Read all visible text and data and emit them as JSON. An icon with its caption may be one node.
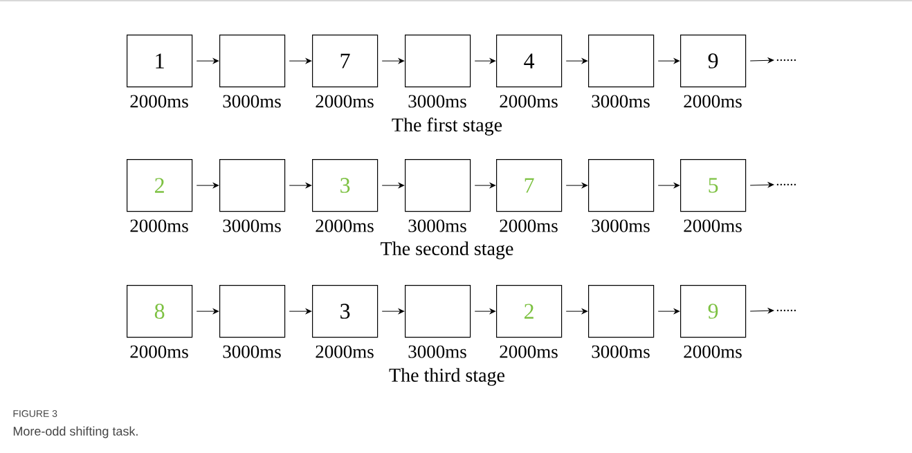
{
  "diagram": {
    "caption": "More-odd shifting task.",
    "nodes": [
      {
        "text": [
          "1"
        ],
        "beside": [
          "2000ms"
        ]
      },
      {
        "text": [],
        "shape": "box",
        "beside": [
          "3000ms"
        ]
      },
      {
        "text": [
          "7"
        ],
        "beside": [
          "2000ms"
        ]
      },
      {
        "text": [],
        "shape": "box",
        "beside": [
          "3000ms"
        ]
      },
      {
        "text": [
          "4"
        ],
        "beside": [
          "2000ms"
        ]
      },
      {
        "text": [],
        "shape": "box",
        "beside": [
          "3000ms"
        ]
      },
      {
        "text": [
          "9"
        ],
        "beside": [
          "2000ms"
        ]
      },
      {
        "text": [
          "......"
        ]
      },
      {
        "text": [
          "2"
        ],
        "beside": [
          "2000ms"
        ]
      },
      {
        "text": [],
        "shape": "box",
        "beside": [
          "3000ms"
        ]
      },
      {
        "text": [
          "3"
        ],
        "beside": [
          "2000ms"
        ]
      },
      {
        "text": [],
        "shape": "box",
        "beside": [
          "3000ms"
        ]
      },
      {
        "text": [
          "7"
        ],
        "beside": [
          "2000ms"
        ]
      },
      {
        "text": [],
        "shape": "box",
        "beside": [
          "3000ms"
        ]
      },
      {
        "text": [
          "5"
        ],
        "beside": [
          "2000ms"
        ]
      },
      {
        "text": [
          "......"
        ]
      },
      {
        "text": [
          "8"
        ],
        "beside": [
          "2000ms"
        ]
      },
      {
        "text": [],
        "shape": "box",
        "beside": [
          "3000ms"
        ]
      },
      {
        "text": [
          "3"
        ],
        "beside": [
          "2000ms"
        ]
      },
      {
        "text": [],
        "shape": "box",
        "beside": [
          "3000ms"
        ]
      },
      {
        "text": [
          "2"
        ],
        "beside": [
          "2000ms"
        ]
      },
      {
        "text": [],
        "shape": "box",
        "beside": [
          "3000ms"
        ]
      },
      {
        "text": [
          "9"
        ],
        "beside": [
          "2000ms"
        ]
      },
      {
        "text": [
          "......"
        ]
      }
    ],
    "edges": [
      {
        "from": 0,
        "to": 1,
        "arrow": "to"
      },
      {
        "from": 1,
        "to": 2,
        "arrow": "to"
      },
      {
        "from": 2,
        "to": 3,
        "arrow": "to"
      },
      {
        "from": 3,
        "to": 4,
        "arrow": "to"
      },
      {
        "from": 4,
        "to": 5,
        "arrow": "to"
      },
      {
        "from": 5,
        "to": 6,
        "arrow": "to"
      },
      {
        "from": 6,
        "to": 7,
        "arrow": "to"
      },
      {
        "from": 8,
        "to": 9,
        "arrow": "to"
      },
      {
        "from": 9,
        "to": 10,
        "arrow": "to"
      },
      {
        "from": 10,
        "to": 11,
        "arrow": "to"
      },
      {
        "from": 11,
        "to": 12,
        "arrow": "to"
      },
      {
        "from": 12,
        "to": 13,
        "arrow": "to"
      },
      {
        "from": 13,
        "to": 14,
        "arrow": "to"
      },
      {
        "from": 14,
        "to": 15,
        "arrow": "to"
      },
      {
        "from": 16,
        "to": 17,
        "arrow": "to"
      },
      {
        "from": 17,
        "to": 18,
        "arrow": "to"
      },
      {
        "from": 18,
        "to": 19,
        "arrow": "to"
      },
      {
        "from": 19,
        "to": 20,
        "arrow": "to"
      },
      {
        "from": 20,
        "to": 21,
        "arrow": "to"
      },
      {
        "from": 21,
        "to": 22,
        "arrow": "to"
      },
      {
        "from": 22,
        "to": 23,
        "arrow": "to"
      }
    ],
    "labels": [
      "The first stage",
      "The second stage",
      "The third stage",
      "FIGURE 3"
    ]
  }
}
